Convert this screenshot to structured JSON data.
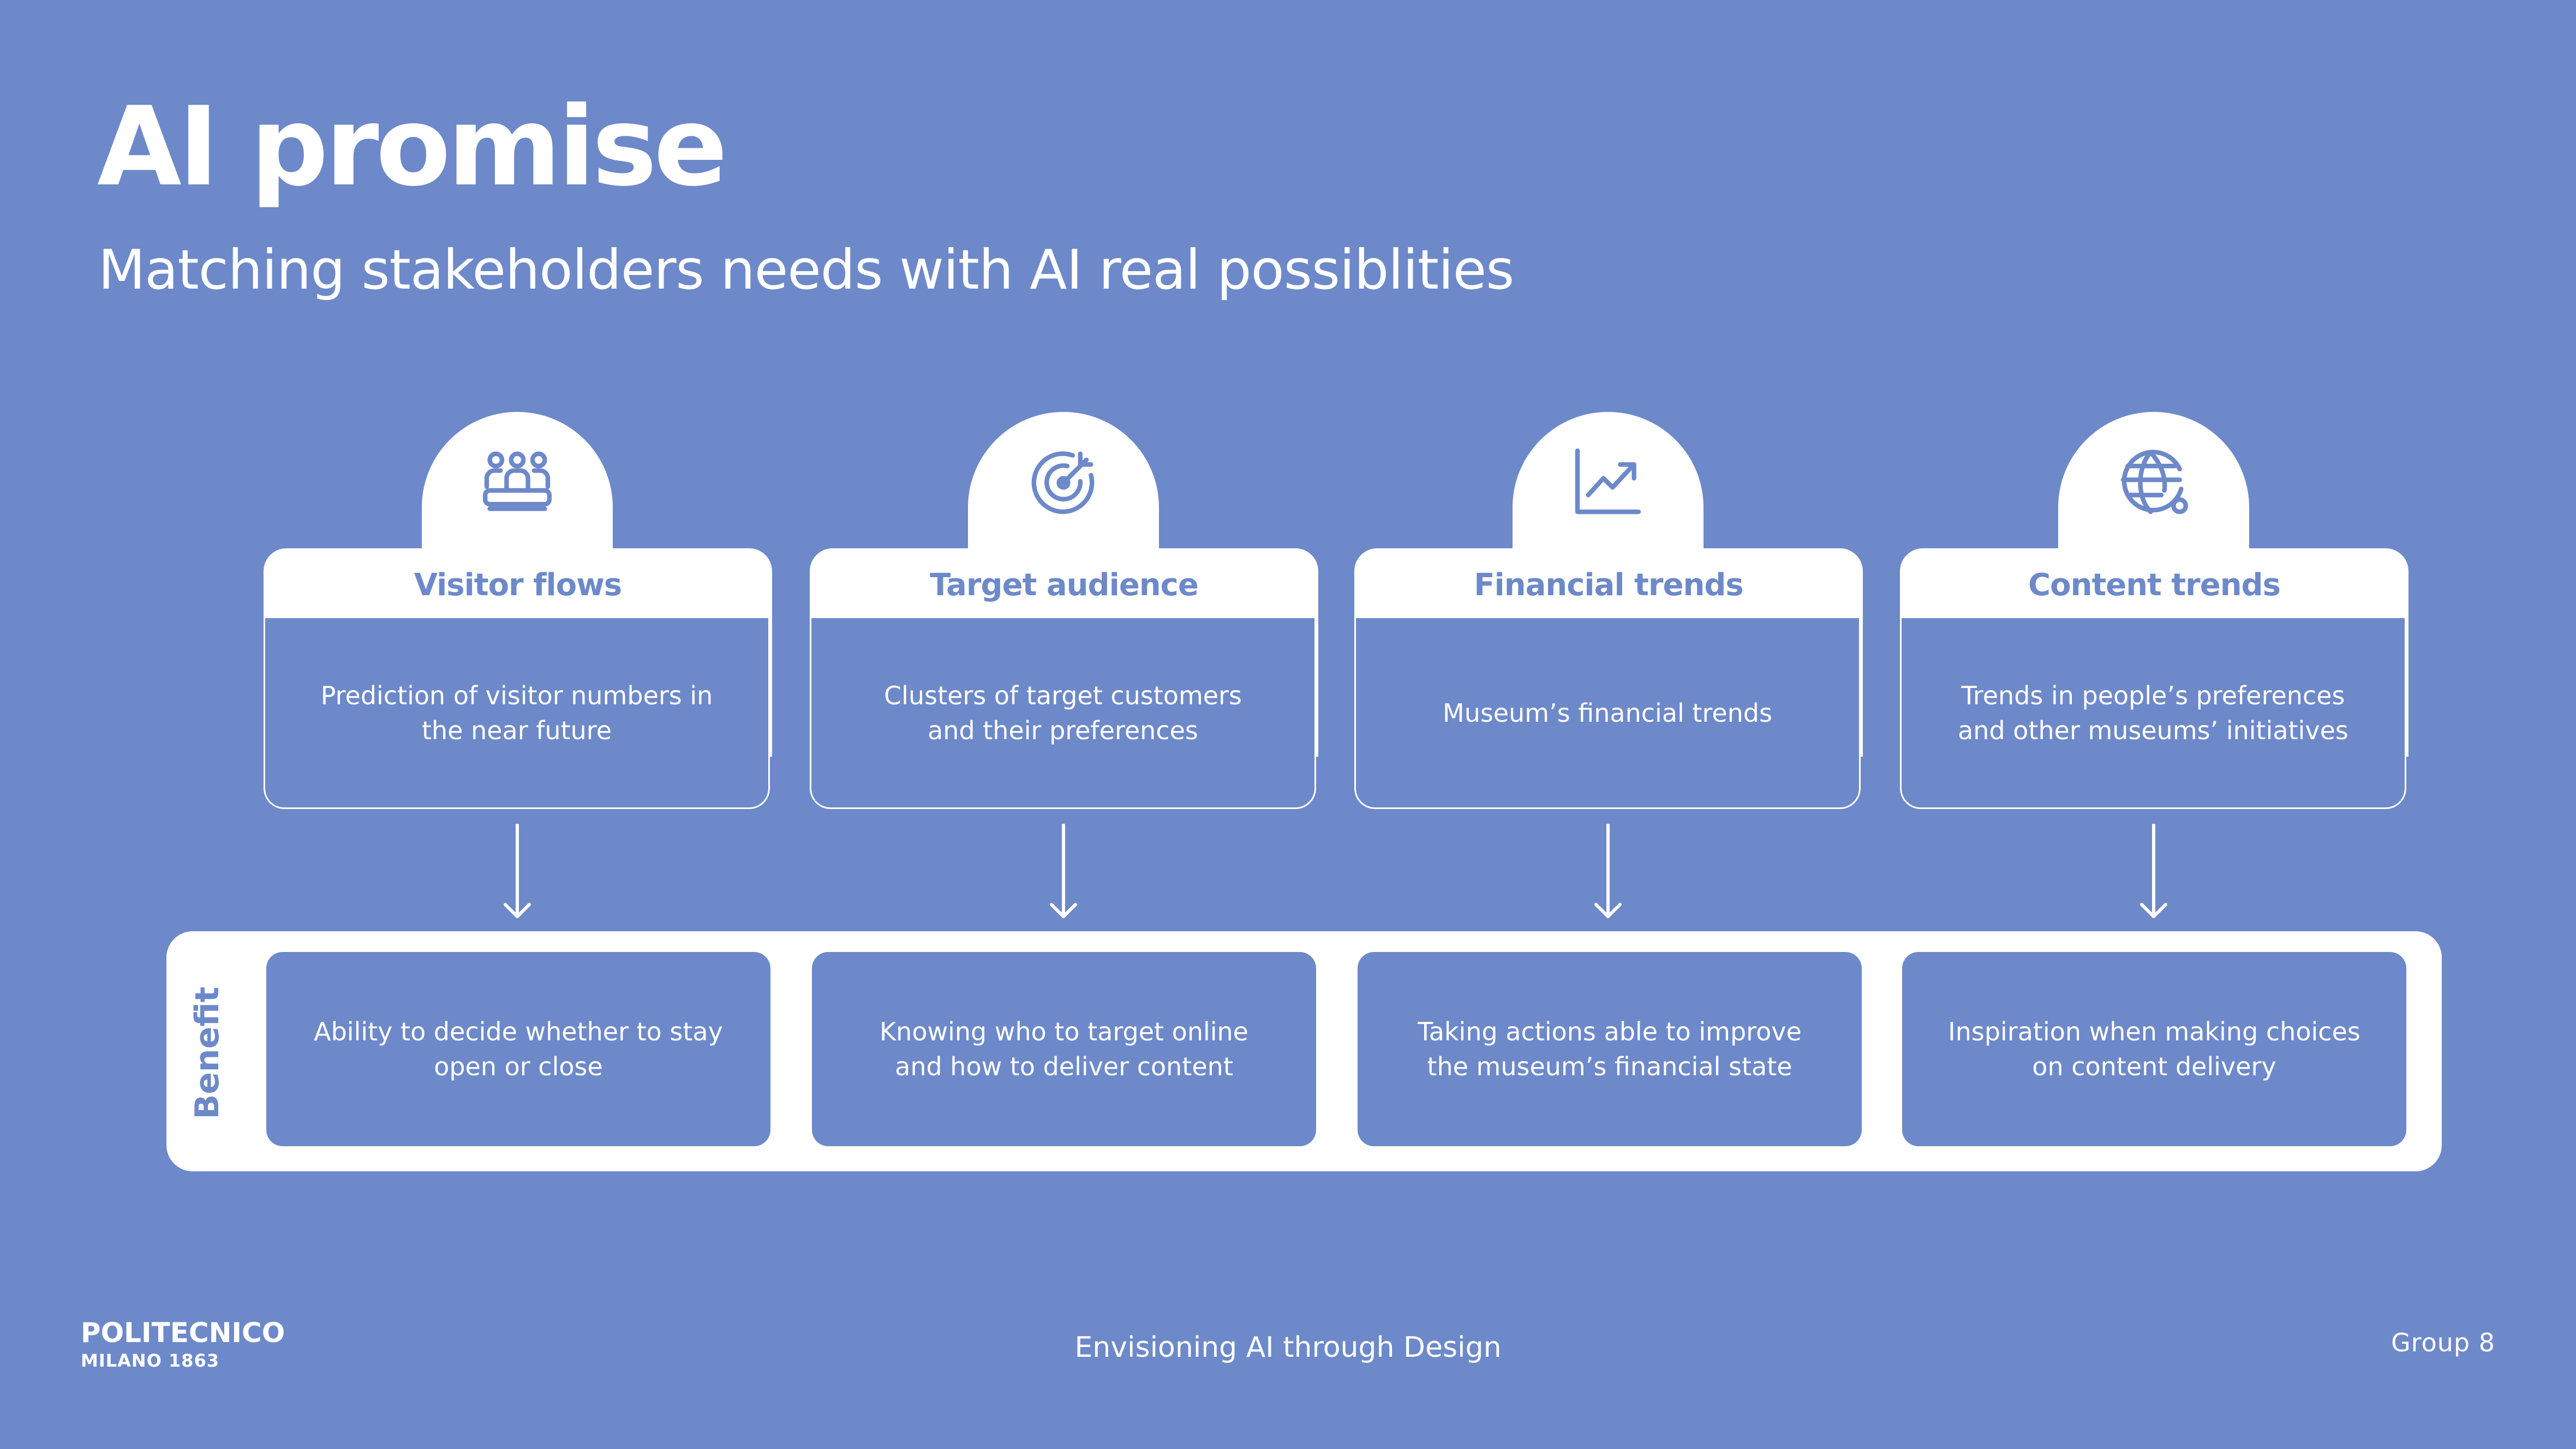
{
  "slide": {
    "title": "AI promise",
    "subtitle": "Matching stakeholders needs with AI real possiblities"
  },
  "cards": [
    {
      "icon": "people-group-icon",
      "title": "Visitor flows",
      "description": "Prediction of visitor numbers in the near future"
    },
    {
      "icon": "target-icon",
      "title": "Target audience",
      "description": "Clusters of target customers and their preferences"
    },
    {
      "icon": "trending-chart-icon",
      "title": "Financial trends",
      "description": "Museum’s financial trends"
    },
    {
      "icon": "globe-icon",
      "title": "Content trends",
      "description": "Trends in people’s preferences and other museums’ initiatives"
    }
  ],
  "benefit": {
    "label": "Benefit",
    "items": [
      "Ability to decide whether to stay open or close",
      "Knowing who to target online and how to deliver content",
      "Taking actions able to improve the museum’s financial state",
      "Inspiration when making choices on content delivery"
    ]
  },
  "footer": {
    "logo_line1": "POLITECNICO",
    "logo_line2": "MILANO 1863",
    "center_text": "Envisioning AI through Design",
    "right_text": "Group 8"
  },
  "colors": {
    "background": "#6D89C9",
    "panel": "#FFFFFF",
    "accent_text": "#6D89C9"
  }
}
